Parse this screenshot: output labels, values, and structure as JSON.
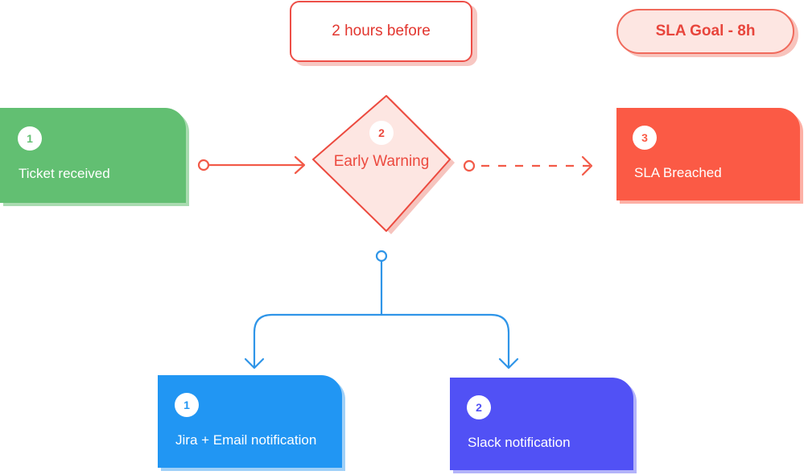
{
  "timing": {
    "label": "2 hours before"
  },
  "sla_goal": {
    "label": "SLA Goal - 8h"
  },
  "steps": [
    {
      "number": "1",
      "label": "Ticket received",
      "color": "#62bf72"
    },
    {
      "number": "2",
      "label": "Early Warning",
      "color": "#ec4a3f"
    },
    {
      "number": "3",
      "label": "SLA  Breached",
      "color": "#fb5a45"
    }
  ],
  "notifications": [
    {
      "number": "1",
      "label": "Jira + Email notification",
      "color": "#2196f3"
    },
    {
      "number": "2",
      "label": "Slack notification",
      "color": "#5151f5"
    }
  ],
  "connector_colors": {
    "warning": "#f25a48",
    "notification": "#2f95e8"
  }
}
